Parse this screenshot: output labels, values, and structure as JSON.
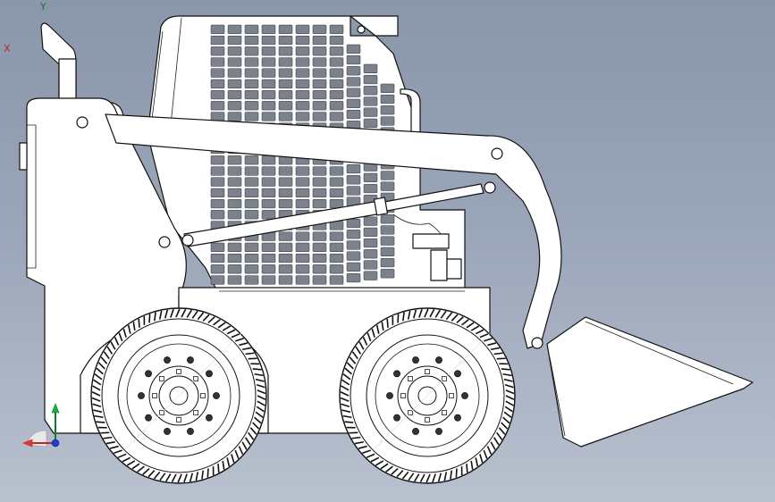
{
  "viewport": {
    "background_top": "#8a96aa",
    "background_bottom": "#b9c1cf"
  },
  "model": {
    "subject": "skid-steer-loader",
    "view": "side-elevation",
    "line_color": "#111111",
    "fill_color": "#ffffff",
    "wheel_count": 2,
    "grille_columns": 11
  },
  "triad": {
    "x_label": "X",
    "y_label": "Y",
    "x_color": "#c0262a",
    "y_color": "#0f7a2a",
    "z_color": "#1d3fd0"
  }
}
